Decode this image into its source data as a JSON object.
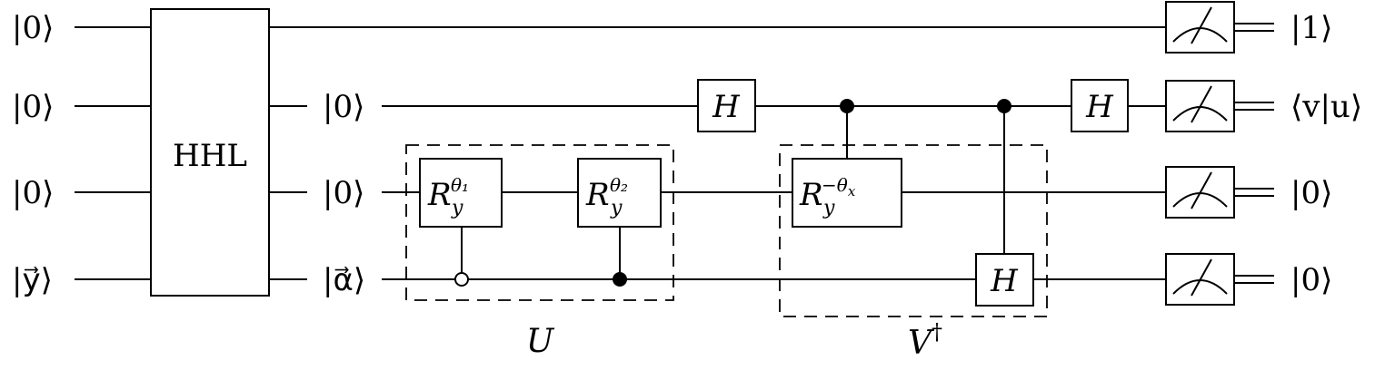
{
  "inputs": [
    "|0⟩",
    "|0⟩",
    "|0⟩",
    "|y⃗⟩"
  ],
  "hhl_label": "HHL",
  "mid_states": [
    "|0⟩",
    "|0⟩",
    "|α⃗⟩"
  ],
  "gates": {
    "h": "H",
    "r_base": "R",
    "r_sub": "y",
    "r1_sup": "θ₁",
    "r2_sup": "θ₂",
    "r3_sup": "−θ",
    "r3_sup_sub": "x"
  },
  "groups": {
    "u_label": "U",
    "v_label": "V",
    "v_dagger": "†"
  },
  "outputs": [
    "|1⟩",
    "⟨v|u⟩",
    "|0⟩",
    "|0⟩"
  ]
}
